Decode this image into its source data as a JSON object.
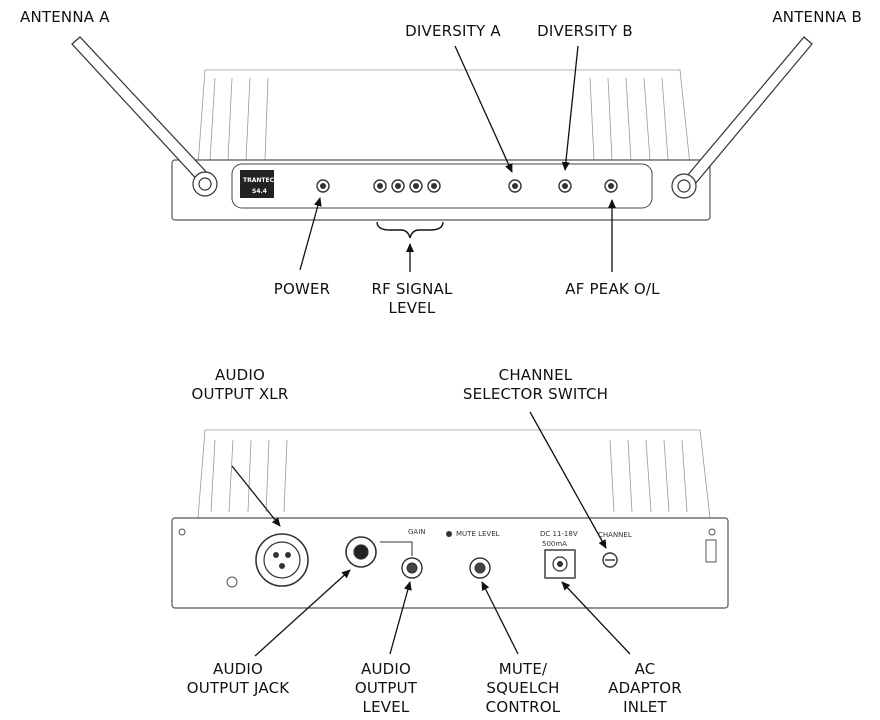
{
  "front_view": {
    "labels": {
      "antenna_a": "ANTENNA A",
      "antenna_b": "ANTENNA B",
      "diversity_a": "DIVERSITY A",
      "diversity_b": "DIVERSITY B",
      "power": "POWER",
      "rf_signal_level": "RF SIGNAL\nLEVEL",
      "af_peak_ol": "AF PEAK O/L"
    },
    "panel_markings": {
      "brand_logo": "TRANTEC",
      "model": "S4.4"
    }
  },
  "rear_view": {
    "labels": {
      "audio_output_xlr": "AUDIO\nOUTPUT XLR",
      "channel_selector_switch": "CHANNEL\nSELECTOR SWITCH",
      "audio_output_jack": "AUDIO\nOUTPUT JACK",
      "audio_output_level": "AUDIO\nOUTPUT\nLEVEL",
      "mute_squelch_control": "MUTE/\nSQUELCH\nCONTROL",
      "ac_adaptor_inlet": "AC\nADAPTOR\nINLET"
    },
    "panel_markings": {
      "gain": "GAIN",
      "mute_level": "MUTE LEVEL",
      "dc_rating": "DC 11-18V",
      "current": "500mA",
      "channel": "CHANNEL"
    }
  },
  "colors": {
    "ink": "#111111",
    "panel_line": "#555555",
    "heatsink_line": "#9a9a9a",
    "logo_fill": "#222222"
  }
}
